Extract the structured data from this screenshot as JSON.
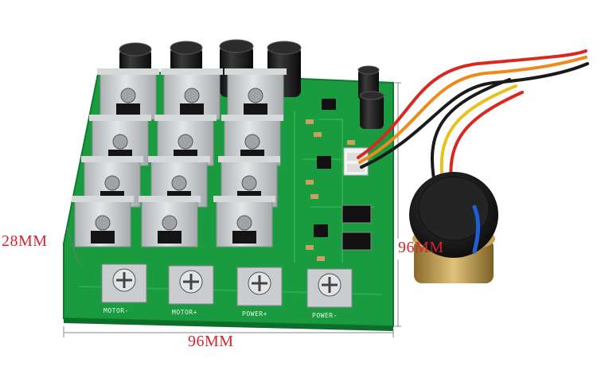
{
  "dimensions": {
    "thickness": "28MM",
    "width": "96MM",
    "height": "96MM"
  },
  "terminals": [
    "MOTOR-",
    "MOTOR+",
    "POWER+",
    "POWER-"
  ],
  "colors": {
    "dimension_text": "#d4242c",
    "pcb": "#179a3e",
    "heatsink": "#cfd2d3",
    "capacitor": "#1c1c1c",
    "knob": "#1e1e1e",
    "knob_indicator": "#1f5fd6",
    "wire_red": "#d8281f",
    "wire_orange": "#ef8a1a",
    "wire_yellow": "#e8c21a",
    "wire_black": "#1a1a1a"
  }
}
